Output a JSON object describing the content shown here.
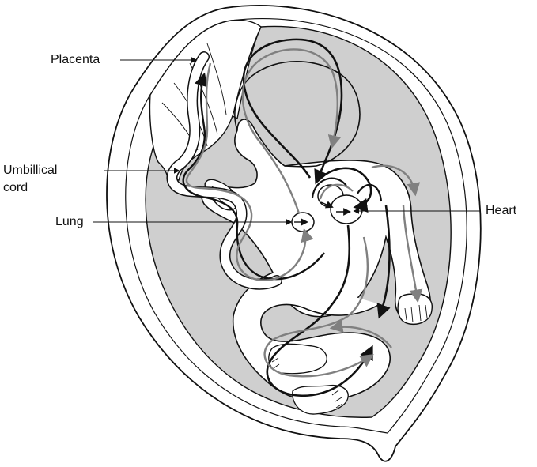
{
  "labels": {
    "placenta": "Placenta",
    "umbilical_line1": "Umbillical",
    "umbilical_line2": "cord",
    "lung": "Lung",
    "heart": "Heart"
  },
  "colors": {
    "stroke": "#111111",
    "fluid": "#cfcfcf",
    "oxygen_poor": "#111111",
    "oxygen_rich": "#808080",
    "background": "#ffffff"
  }
}
